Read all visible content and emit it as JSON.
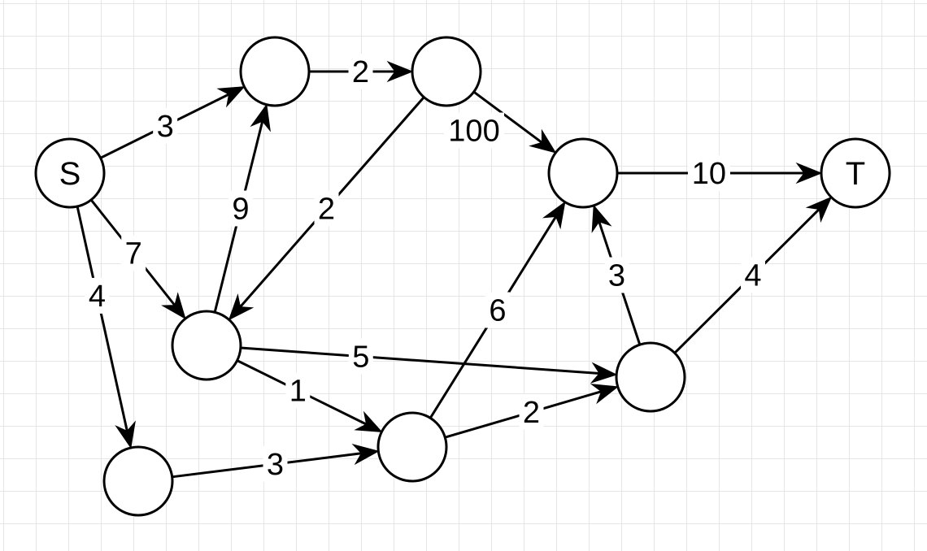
{
  "diagram": {
    "nodes": [
      {
        "id": "S",
        "label": "S",
        "fill": "#f8cecc",
        "stroke": "#b85450"
      },
      {
        "id": "A",
        "label": ""
      },
      {
        "id": "B",
        "label": ""
      },
      {
        "id": "C",
        "label": ""
      },
      {
        "id": "D",
        "label": ""
      },
      {
        "id": "E",
        "label": ""
      },
      {
        "id": "F",
        "label": ""
      },
      {
        "id": "G",
        "label": ""
      },
      {
        "id": "T",
        "label": "T",
        "fill": "#dae8fc",
        "stroke": "#6c8ebf"
      }
    ],
    "edges": [
      {
        "from": "S",
        "to": "A",
        "weight": "3"
      },
      {
        "from": "S",
        "to": "C",
        "weight": "7"
      },
      {
        "from": "S",
        "to": "D",
        "weight": "4"
      },
      {
        "from": "A",
        "to": "B",
        "weight": "2"
      },
      {
        "from": "C",
        "to": "A",
        "weight": "9"
      },
      {
        "from": "B",
        "to": "C",
        "weight": "2"
      },
      {
        "from": "B",
        "to": "F",
        "weight": "100"
      },
      {
        "from": "C",
        "to": "G",
        "weight": "5"
      },
      {
        "from": "C",
        "to": "E",
        "weight": "1"
      },
      {
        "from": "D",
        "to": "E",
        "weight": "3"
      },
      {
        "from": "E",
        "to": "F",
        "weight": "6"
      },
      {
        "from": "E",
        "to": "G",
        "weight": "2"
      },
      {
        "from": "G",
        "to": "F",
        "weight": "3"
      },
      {
        "from": "G",
        "to": "T",
        "weight": "4"
      },
      {
        "from": "F",
        "to": "T",
        "weight": "10"
      }
    ]
  }
}
